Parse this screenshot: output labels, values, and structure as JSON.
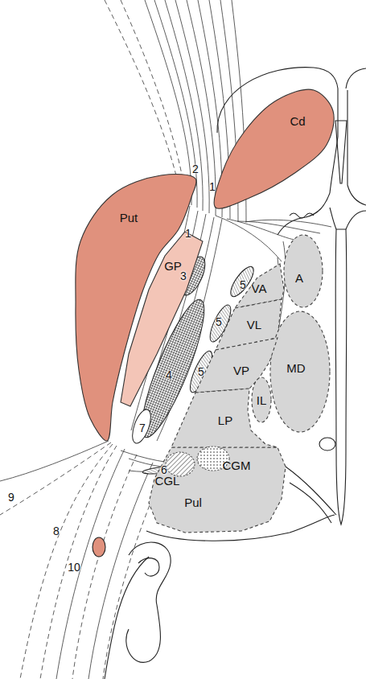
{
  "diagram": {
    "nodes": [
      {
        "text": [
          "Cd"
        ]
      },
      {
        "text": [
          "Put"
        ]
      },
      {
        "text": [
          "GP"
        ]
      },
      {
        "text": [
          "A"
        ]
      },
      {
        "text": [
          "VA"
        ]
      },
      {
        "text": [
          "VL"
        ]
      },
      {
        "text": [
          "MD"
        ]
      },
      {
        "text": [
          "VP"
        ]
      },
      {
        "text": [
          "IL"
        ]
      },
      {
        "text": [
          "LP"
        ]
      },
      {
        "text": [
          "CGM"
        ]
      },
      {
        "text": [
          "CGL"
        ]
      },
      {
        "text": [
          "Pul"
        ]
      }
    ],
    "labels": [
      "2",
      "1",
      "1",
      "3",
      "5",
      "5",
      "4",
      "5",
      "7",
      "6",
      "9",
      "8",
      "10"
    ]
  }
}
